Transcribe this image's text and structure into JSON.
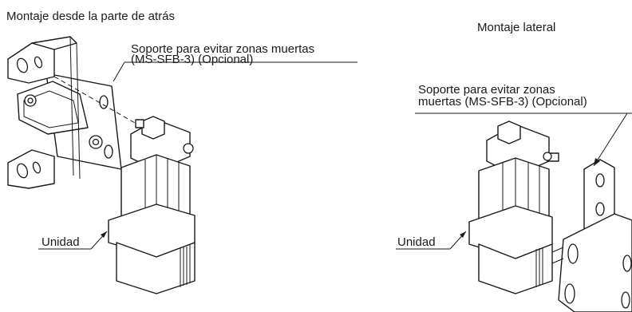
{
  "left_panel": {
    "title": "Montaje desde la parte de atrás",
    "bracket_label_line1": "Soporte para evitar zonas muertas",
    "bracket_label_line2": "(MS-SFB-3) (Opcional)",
    "unit_label": "Unidad"
  },
  "right_panel": {
    "title": "Montaje lateral",
    "bracket_label_line1": "Soporte para evitar zonas",
    "bracket_label_line2": "muertas (MS-SFB-3) (Opcional)",
    "unit_label": "Unidad"
  }
}
